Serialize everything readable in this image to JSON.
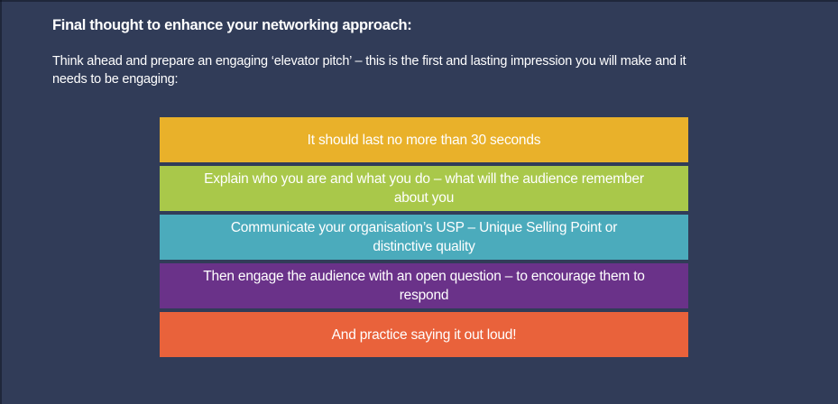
{
  "slide": {
    "heading": "Final thought to enhance your networking approach:",
    "intro_lines": [
      "Think ahead and prepare an engaging ‘elevator pitch’ – this is the first and lasting impression you will make and it",
      "needs to be engaging:"
    ]
  },
  "colors": {
    "background": "#313C58",
    "edge_shadow": "#1C2233",
    "text": "#FFFFFF"
  },
  "bars": [
    {
      "color": "#E9B12A",
      "lines": [
        "It should last no more than 30 seconds"
      ]
    },
    {
      "color": "#A9C84A",
      "lines": [
        "Explain who you are and what you do – what will the audience remember",
        "about you"
      ]
    },
    {
      "color": "#4BABBC",
      "lines": [
        "Communicate your organisation’s USP – Unique Selling Point or",
        "distinctive quality"
      ]
    },
    {
      "color": "#6A3289",
      "lines": [
        "Then engage the audience with an open question – to encourage them to",
        "respond"
      ]
    },
    {
      "color": "#E9623B",
      "lines": [
        "And practice saying it out loud!"
      ]
    }
  ]
}
